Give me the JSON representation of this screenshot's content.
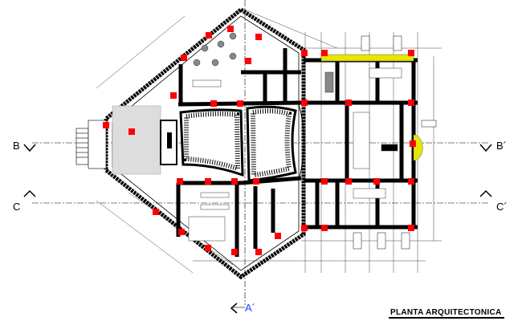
{
  "drawing": {
    "title": "PLANTA ARQUITECTONICA",
    "section_marks": {
      "b_left": "B",
      "b_right": "B´",
      "c_left": "C",
      "c_right": "C´",
      "a_bottom": "A´"
    },
    "colors": {
      "column": "#ff0000",
      "wall": "#000000",
      "planting": "#e6e600",
      "section_a": "#1a3cff"
    }
  }
}
